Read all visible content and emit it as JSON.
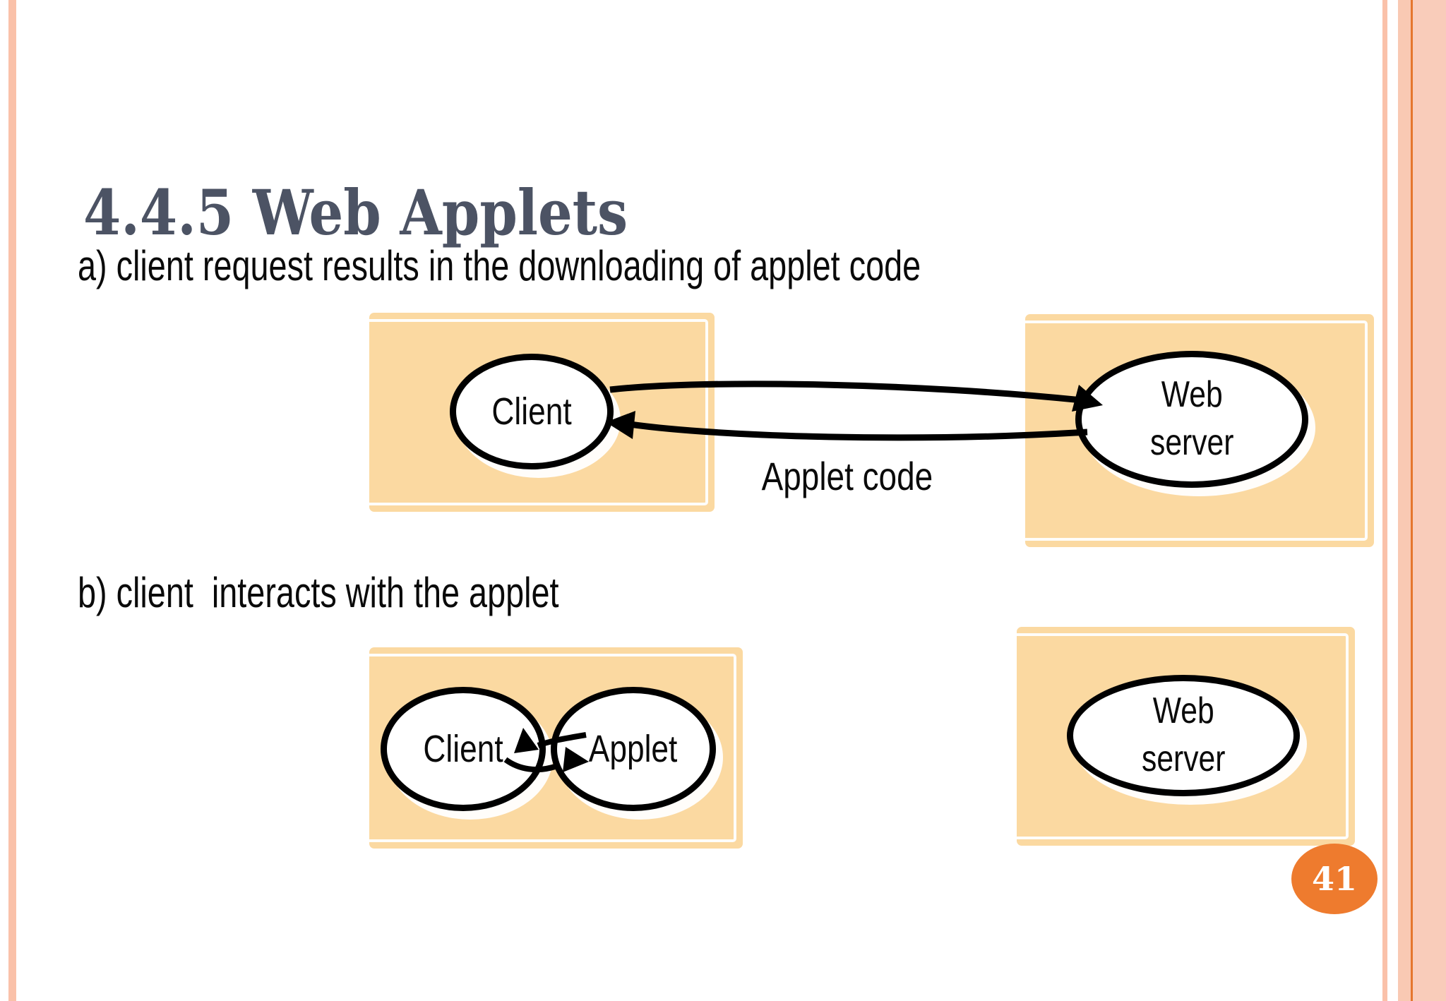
{
  "slide": {
    "title": "4.4.5 Web Applets",
    "page_number": "41"
  },
  "sections": {
    "a_label": "a) client request results in the downloading of applet code",
    "b_label": "b) client  interacts with the applet"
  },
  "diagram_a": {
    "client": "Client",
    "web_server": "Web\nserver",
    "arrow_label": "Applet code"
  },
  "diagram_b": {
    "client": "Client",
    "applet": "Applet",
    "web_server": "Web\nserver"
  },
  "colors": {
    "box_fill": "#FBD9A1",
    "badge": "#EE7B2E",
    "stripe": "#FAC1A9",
    "stripe_band": "#F9C9B3",
    "stripe_wide": "#F9CCBA",
    "accent_line": "#E5762E",
    "title_color": "#4C5364"
  }
}
